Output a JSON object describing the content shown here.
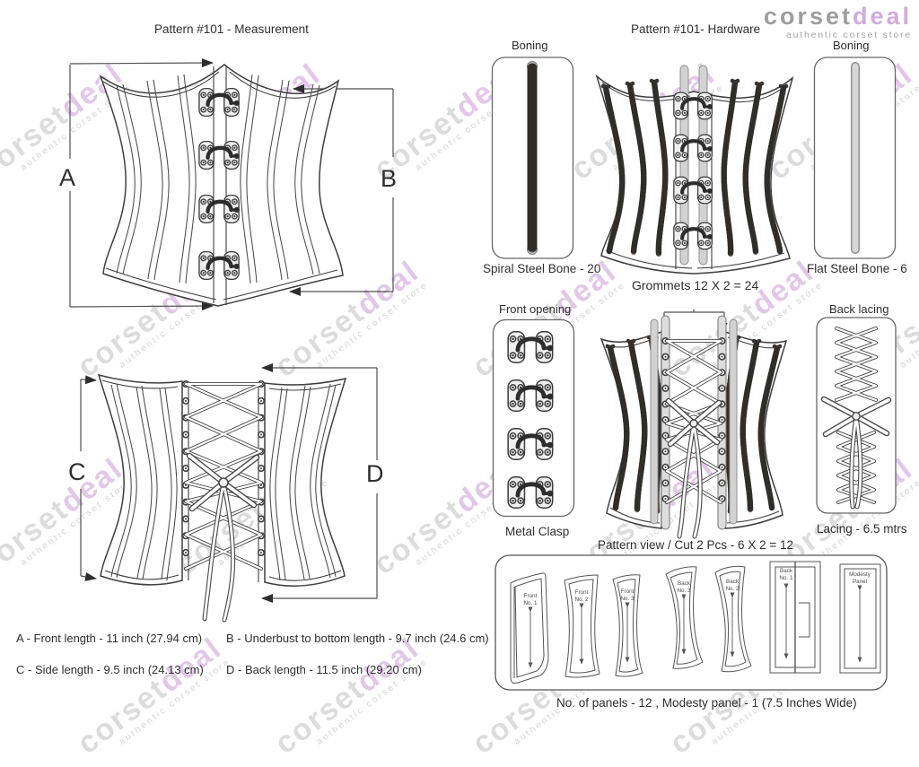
{
  "brand": {
    "logo_part1": "corset",
    "logo_part2": "deal",
    "tagline": "authentic corset store"
  },
  "watermark": {
    "part1": "corset",
    "part2": "deal",
    "tagline": "authentic corset store"
  },
  "measurement_section": {
    "title": "Pattern #101 -  Measurement",
    "front_view": {
      "label_a": "A",
      "label_b": "B"
    },
    "back_view": {
      "label_c": "C",
      "label_d": "D"
    },
    "legend": {
      "a": "A - Front length - 11 inch (27.94 cm)",
      "b": "B - Underbust to bottom length - 9.7 inch (24.6 cm)",
      "c": "C - Side length - 9.5  inch  (24.13 cm)",
      "d": "D - Back length - 11.5 inch (29.20 cm)"
    }
  },
  "hardware_section": {
    "title": "Pattern #101-  Hardware",
    "spiral_boning": {
      "label": "Boning",
      "caption": "Spiral Steel Bone - 20"
    },
    "flat_boning": {
      "label": "Boning",
      "caption": "Flat Steel Bone - 6"
    },
    "grommets_caption": "Grommets 12 X 2 = 24",
    "front_opening": {
      "label": "Front opening",
      "caption": "Metal Clasp"
    },
    "back_lacing": {
      "label": "Back lacing",
      "caption": "Lacing - 6.5 mtrs"
    },
    "pattern_view": {
      "title": "Pattern view  /  Cut 2 Pcs - 6 X 2 = 12",
      "footer": "No. of panels - 12  , Modesty panel - 1 (7.5 Inches Wide)",
      "pieces": [
        {
          "line1": "Front",
          "line2": "No. 1"
        },
        {
          "line1": "Front",
          "line2": "No. 2"
        },
        {
          "line1": "Front",
          "line2": "No. 3"
        },
        {
          "line1": "Back",
          "line2": "No. 3"
        },
        {
          "line1": "Back",
          "line2": "No. 2"
        },
        {
          "line1": "Back",
          "line2": "No. 1"
        },
        {
          "line1": "Modesty",
          "line2": "Panel"
        }
      ]
    }
  },
  "colors": {
    "line": "#3e3e3e",
    "logo_gray": "#9e9e9e",
    "logo_pink": "#d2abdb",
    "watermark_pink": "#c994d5",
    "watermark_gray": "#a8a8a8"
  }
}
